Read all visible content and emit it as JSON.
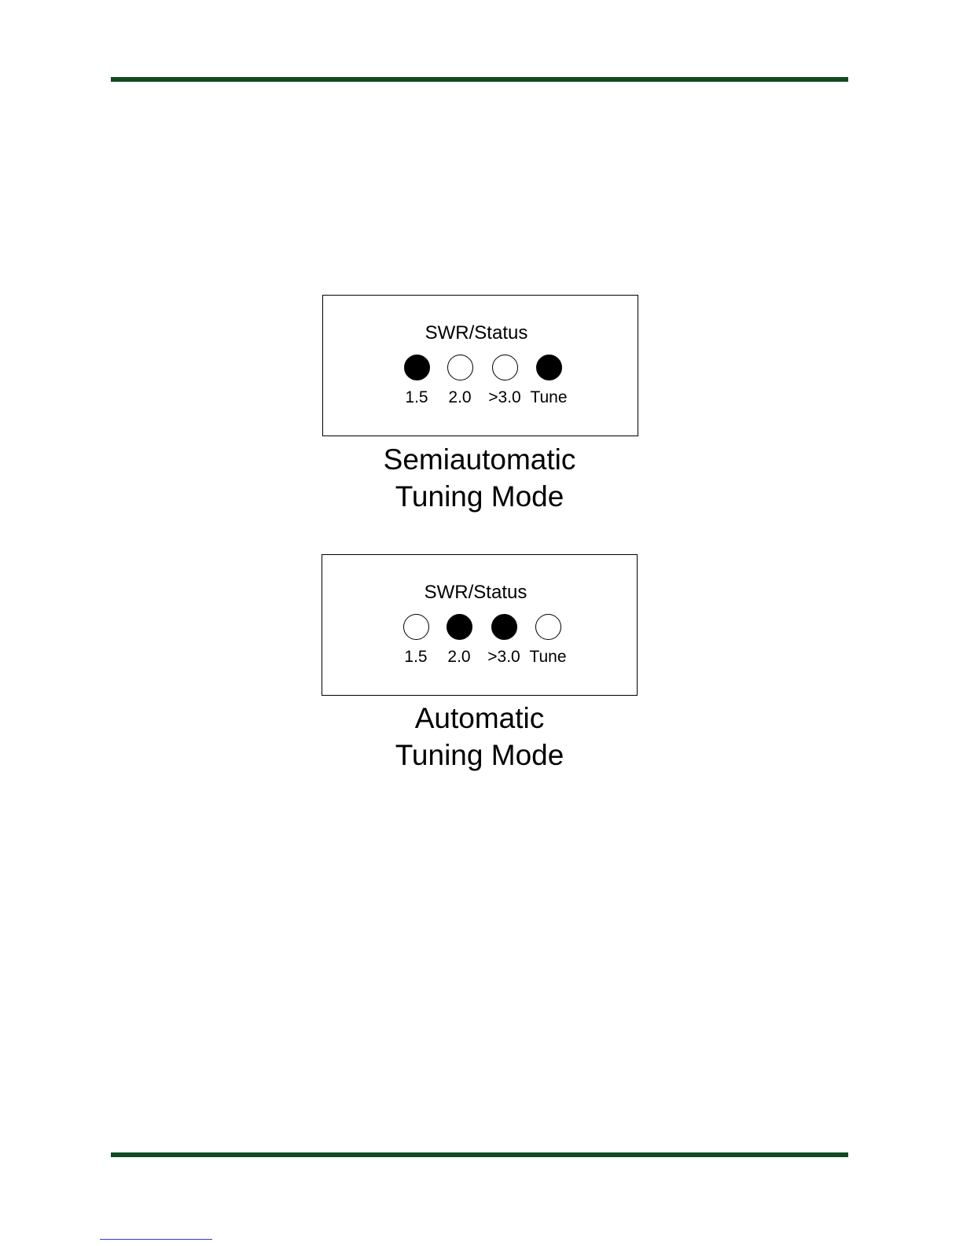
{
  "colors": {
    "rule": "#124a22",
    "led_on": "#000000",
    "led_off": "#ffffff",
    "link_underline": "#2b3fd6"
  },
  "panels": [
    {
      "title": "SWR/Status",
      "leds": [
        {
          "label": "1.5",
          "lit": true
        },
        {
          "label": "2.0",
          "lit": false
        },
        {
          "label": ">3.0",
          "lit": false
        },
        {
          "label": "Tune",
          "lit": true
        }
      ],
      "caption_line1": "Semiautomatic",
      "caption_line2": "Tuning Mode"
    },
    {
      "title": "SWR/Status",
      "leds": [
        {
          "label": "1.5",
          "lit": false
        },
        {
          "label": "2.0",
          "lit": true
        },
        {
          "label": ">3.0",
          "lit": true
        },
        {
          "label": "Tune",
          "lit": false
        }
      ],
      "caption_line1": "Automatic",
      "caption_line2": "Tuning Mode"
    }
  ]
}
